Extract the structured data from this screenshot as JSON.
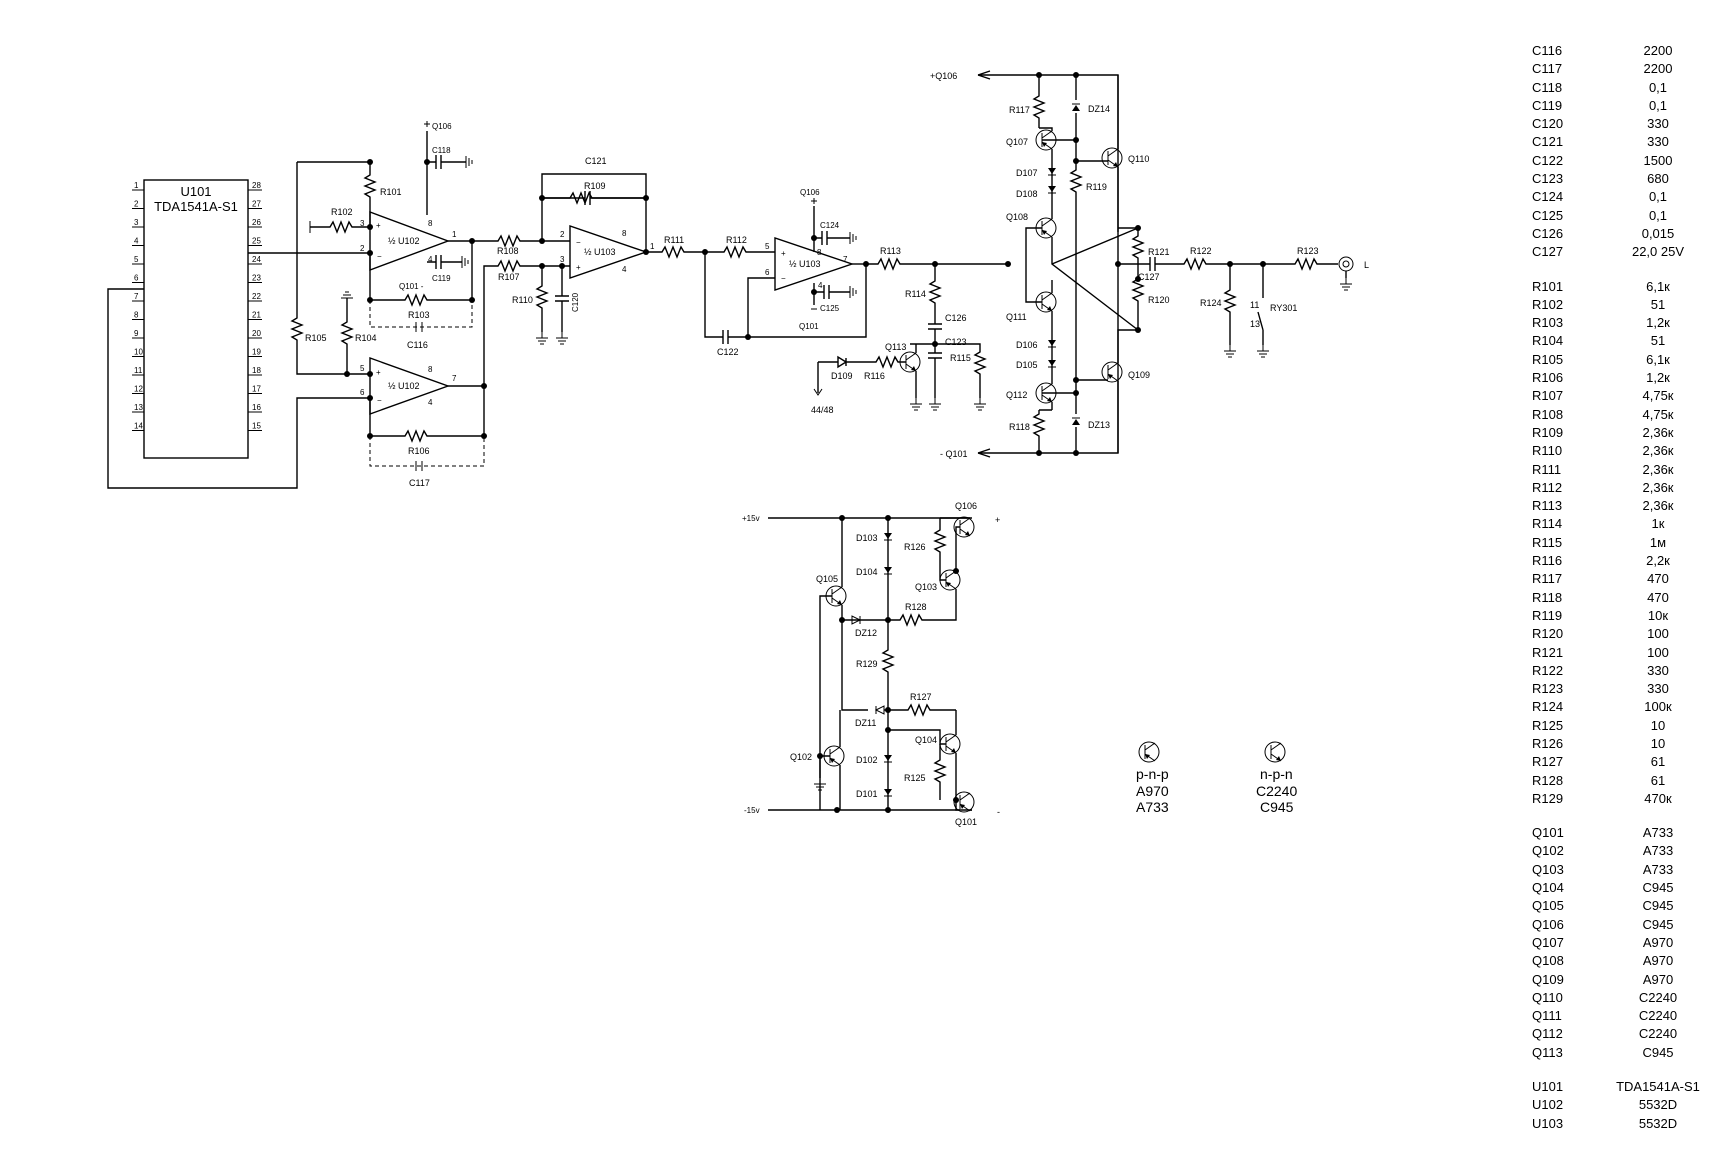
{
  "schematic": {
    "u101": {
      "ref": "U101",
      "part": "TDA1541A-S1",
      "left_pins": [
        "1",
        "2",
        "3",
        "4",
        "5",
        "6",
        "7",
        "8",
        "9",
        "10",
        "11",
        "12",
        "13",
        "14"
      ],
      "right_pins": [
        "28",
        "27",
        "26",
        "25",
        "24",
        "23",
        "22",
        "21",
        "20",
        "19",
        "18",
        "17",
        "16",
        "15"
      ]
    },
    "labels": {
      "r101": "R101",
      "r102": "R102",
      "r103": "R103",
      "r104": "R104",
      "r105": "R105",
      "r106": "R106",
      "r107": "R107",
      "r108": "R108",
      "r109": "R109",
      "r110": "R110",
      "r111": "R111",
      "r112": "R112",
      "r113": "R113",
      "r114": "R114",
      "r115": "R115",
      "r116": "R116",
      "r117": "R117",
      "r118": "R118",
      "r119": "R119",
      "r120": "R120",
      "r121": "R121",
      "r122": "R122",
      "r123": "R123",
      "r124": "R124",
      "r125": "R125",
      "r126": "R126",
      "r127": "R127",
      "r128": "R128",
      "r129": "R129",
      "c116": "C116",
      "c117": "C117",
      "c118": "C118",
      "c119": "C119",
      "c120": "C120",
      "c121": "C121",
      "c122": "C122",
      "c123": "C123",
      "c124": "C124",
      "c125": "C125",
      "c126": "C126",
      "c127": "C127",
      "q101": "Q101",
      "q102": "Q102",
      "q103": "Q103",
      "q104": "Q104",
      "q105": "Q105",
      "q106": "Q106",
      "q107": "Q107",
      "q108": "Q108",
      "q109": "Q109",
      "q110": "Q110",
      "q111": "Q111",
      "q112": "Q112",
      "q113": "Q113",
      "d101": "D101",
      "d102": "D102",
      "d103": "D103",
      "d104": "D104",
      "d105": "D105",
      "d106": "D106",
      "d107": "D107",
      "d108": "D108",
      "d109": "D109",
      "dz11": "DZ11",
      "dz12": "DZ12",
      "dz13": "DZ13",
      "dz14": "DZ14",
      "u102": "½ U102",
      "u103": "½ U103",
      "ry301": "RY301",
      "out_l": "L",
      "plus_q106": "+Q106",
      "minus_q101": "- Q101",
      "q101_minus": "Q101 -",
      "v_plus15": "+15v",
      "v_minus15": "-15v",
      "plus": "+",
      "minus": "-",
      "ratio": "44/48",
      "pin11": "11",
      "pin13": "13"
    },
    "legend": {
      "pnp": {
        "type": "p-n-p",
        "parts": [
          "A970",
          "A733"
        ]
      },
      "npn": {
        "type": "n-p-n",
        "parts": [
          "C2240",
          "C945"
        ]
      }
    }
  },
  "bom": {
    "capacitors": [
      {
        "ref": "C116",
        "value": "2200"
      },
      {
        "ref": "C117",
        "value": "2200"
      },
      {
        "ref": "C118",
        "value": "0,1"
      },
      {
        "ref": "C119",
        "value": "0,1"
      },
      {
        "ref": "C120",
        "value": "330"
      },
      {
        "ref": "C121",
        "value": "330"
      },
      {
        "ref": "C122",
        "value": "1500"
      },
      {
        "ref": "C123",
        "value": "680"
      },
      {
        "ref": "C124",
        "value": "0,1"
      },
      {
        "ref": "C125",
        "value": "0,1"
      },
      {
        "ref": "C126",
        "value": "0,015"
      },
      {
        "ref": "C127",
        "value": "22,0 25V"
      }
    ],
    "resistors": [
      {
        "ref": "R101",
        "value": "6,1к"
      },
      {
        "ref": "R102",
        "value": "51"
      },
      {
        "ref": "R103",
        "value": "1,2к"
      },
      {
        "ref": "R104",
        "value": "51"
      },
      {
        "ref": "R105",
        "value": "6,1к"
      },
      {
        "ref": "R106",
        "value": "1,2к"
      },
      {
        "ref": "R107",
        "value": "4,75к"
      },
      {
        "ref": "R108",
        "value": "4,75к"
      },
      {
        "ref": "R109",
        "value": "2,36к"
      },
      {
        "ref": "R110",
        "value": "2,36к"
      },
      {
        "ref": "R111",
        "value": "2,36к"
      },
      {
        "ref": "R112",
        "value": "2,36к"
      },
      {
        "ref": "R113",
        "value": "2,36к"
      },
      {
        "ref": "R114",
        "value": "1к"
      },
      {
        "ref": "R115",
        "value": "1м"
      },
      {
        "ref": "R116",
        "value": "2,2к"
      },
      {
        "ref": "R117",
        "value": "470"
      },
      {
        "ref": "R118",
        "value": "470"
      },
      {
        "ref": "R119",
        "value": "10к"
      },
      {
        "ref": "R120",
        "value": "100"
      },
      {
        "ref": "R121",
        "value": "100"
      },
      {
        "ref": "R122",
        "value": "330"
      },
      {
        "ref": "R123",
        "value": "330"
      },
      {
        "ref": "R124",
        "value": "100к"
      },
      {
        "ref": "R125",
        "value": "10"
      },
      {
        "ref": "R126",
        "value": "10"
      },
      {
        "ref": "R127",
        "value": "61"
      },
      {
        "ref": "R128",
        "value": "61"
      },
      {
        "ref": "R129",
        "value": "470к"
      }
    ],
    "transistors": [
      {
        "ref": "Q101",
        "value": "A733"
      },
      {
        "ref": "Q102",
        "value": "A733"
      },
      {
        "ref": "Q103",
        "value": "A733"
      },
      {
        "ref": "Q104",
        "value": "C945"
      },
      {
        "ref": "Q105",
        "value": "C945"
      },
      {
        "ref": "Q106",
        "value": "C945"
      },
      {
        "ref": "Q107",
        "value": "A970"
      },
      {
        "ref": "Q108",
        "value": "A970"
      },
      {
        "ref": "Q109",
        "value": "A970"
      },
      {
        "ref": "Q110",
        "value": "C2240"
      },
      {
        "ref": "Q111",
        "value": "C2240"
      },
      {
        "ref": "Q112",
        "value": "C2240"
      },
      {
        "ref": "Q113",
        "value": "C945"
      }
    ],
    "ics": [
      {
        "ref": "U101",
        "value": "TDA1541A-S1"
      },
      {
        "ref": "U102",
        "value": "5532D"
      },
      {
        "ref": "U103",
        "value": "5532D"
      }
    ]
  }
}
